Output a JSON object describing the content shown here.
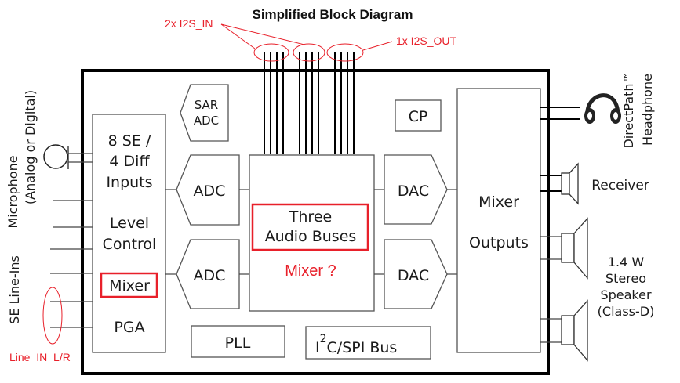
{
  "title": "Simplified Block Diagram",
  "annotations": {
    "i2s_in": "2x I2S_IN",
    "i2s_out": "1x I2S_OUT",
    "mixer_question": "Mixer ?",
    "line_in": "Line_IN_L/R",
    "color": "#e8202a"
  },
  "inputs": {
    "microphone_line1": "Microphone",
    "microphone_line2": "(Analog or Digital)",
    "se_line_ins": "SE Line-Ins"
  },
  "blocks": {
    "input_block": {
      "line1": "8 SE /",
      "line2": "4 Diff",
      "line3": "Inputs",
      "line4": "Level",
      "line5": "Control",
      "line6": "Mixer",
      "line7": "PGA"
    },
    "sar_adc": {
      "line1": "SAR",
      "line2": "ADC"
    },
    "adc_top": "ADC",
    "adc_bottom": "ADC",
    "audio_buses": {
      "line1": "Three",
      "line2": "Audio Buses"
    },
    "cp": "CP",
    "dac_top": "DAC",
    "dac_bottom": "DAC",
    "mixer_outputs": {
      "line1": "Mixer",
      "line2": "Outputs"
    },
    "pll": "PLL",
    "i2c": {
      "base": "I",
      "sup": "2",
      "rest": "C/SPI Bus"
    }
  },
  "outputs": {
    "headphone_line1": "DirectPath™",
    "headphone_line2": "Headphone",
    "receiver": "Receiver",
    "speaker_line1": "1.4 W",
    "speaker_line2": "Stereo",
    "speaker_line3": "Speaker",
    "speaker_line4": "(Class-D)"
  }
}
